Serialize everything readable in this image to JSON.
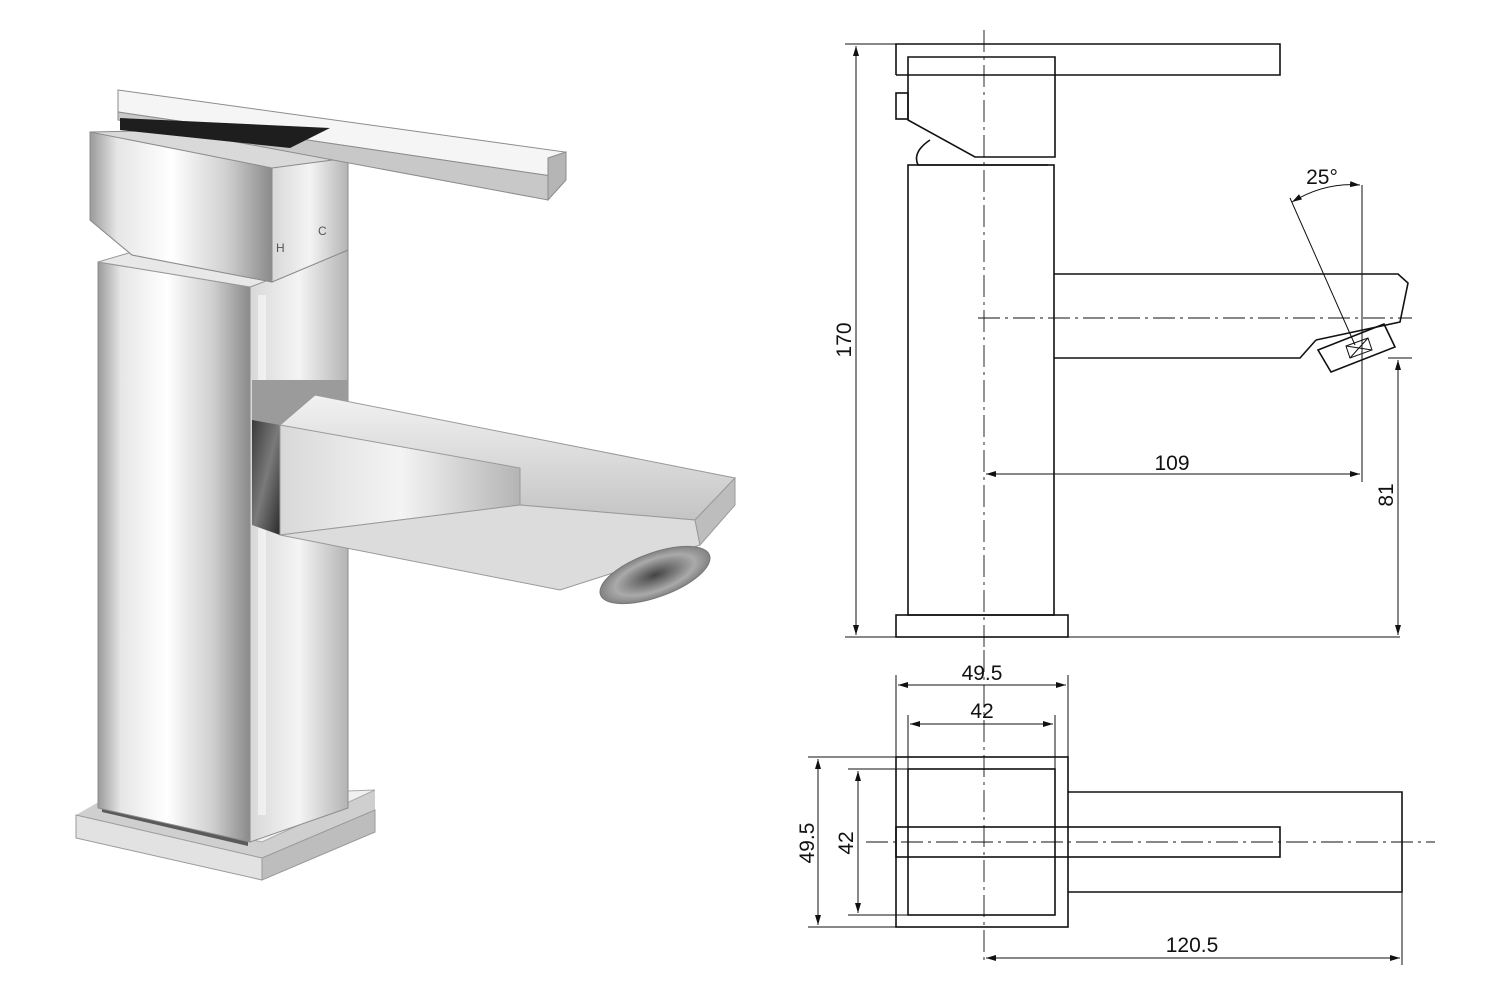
{
  "product_photo": {
    "handle_marks": {
      "hot": "H",
      "cold": "C"
    }
  },
  "side_view": {
    "dimensions": {
      "overall_height": "170",
      "spout_reach": "109",
      "spout_height": "81",
      "spray_angle": "25°"
    }
  },
  "top_view": {
    "dimensions": {
      "body_width_outer": "49.5",
      "body_width_inner": "42",
      "body_depth_outer": "49.5",
      "body_depth_inner": "42",
      "overall_length": "120.5"
    }
  },
  "colors": {
    "line": "#111111",
    "background": "#ffffff"
  }
}
